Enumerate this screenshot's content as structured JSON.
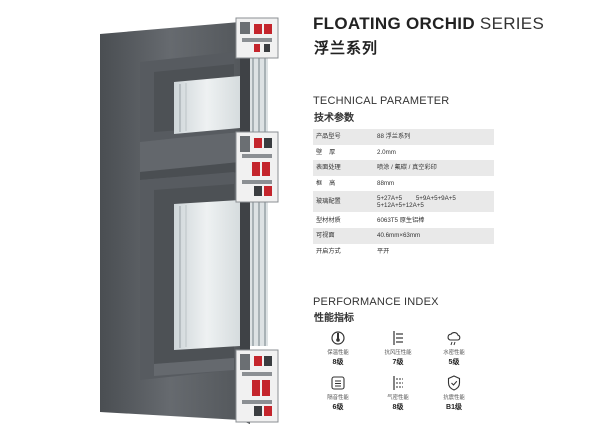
{
  "header": {
    "title_bold": "FLOATING ORCHID",
    "title_light": " SERIES",
    "subtitle": "浮兰系列"
  },
  "technical": {
    "heading_bold": "TECHNICAL",
    "heading_light": " PARAMETER",
    "heading_zh": "技术参数",
    "rows": [
      {
        "label": "产品型号",
        "value": "88 浮兰系列"
      },
      {
        "label": "壁    厚",
        "value": "2.0mm"
      },
      {
        "label": "表面处理",
        "value": "喷涂 / 氟碳 / 真空彩印"
      },
      {
        "label": "框    高",
        "value": "88mm"
      },
      {
        "label": "玻璃配置",
        "value": "5+27A+5        5+9A+5+9A+5",
        "value2": "5+12A+5+12A+5"
      },
      {
        "label": "型材材质",
        "value": "6063T5 原生铝棒"
      },
      {
        "label": "可视面",
        "value": "40.6mm×63mm"
      },
      {
        "label": "开启方式",
        "value": "平开"
      }
    ]
  },
  "performance": {
    "heading_bold": "PERFORMANCE",
    "heading_light": " INDEX",
    "heading_zh": "性能指标",
    "items": [
      {
        "icon": "thermometer-icon",
        "name": "保温性能",
        "grade": "8级"
      },
      {
        "icon": "wind-pressure-icon",
        "name": "抗风压性能",
        "grade": "7级"
      },
      {
        "icon": "rain-cloud-icon",
        "name": "水密性能",
        "grade": "5级"
      },
      {
        "icon": "sound-insulation-icon",
        "name": "隔音性能",
        "grade": "6级"
      },
      {
        "icon": "air-tightness-icon",
        "name": "气密性能",
        "grade": "8级"
      },
      {
        "icon": "shield-icon",
        "name": "抗震性能",
        "grade": "B1级"
      }
    ]
  },
  "colors": {
    "frame": "#5d6166",
    "frame_dark": "#44484c",
    "glass": "#dfe4e6",
    "gasket_red": "#c4252c",
    "table_stripe": "#e9e9e9"
  }
}
